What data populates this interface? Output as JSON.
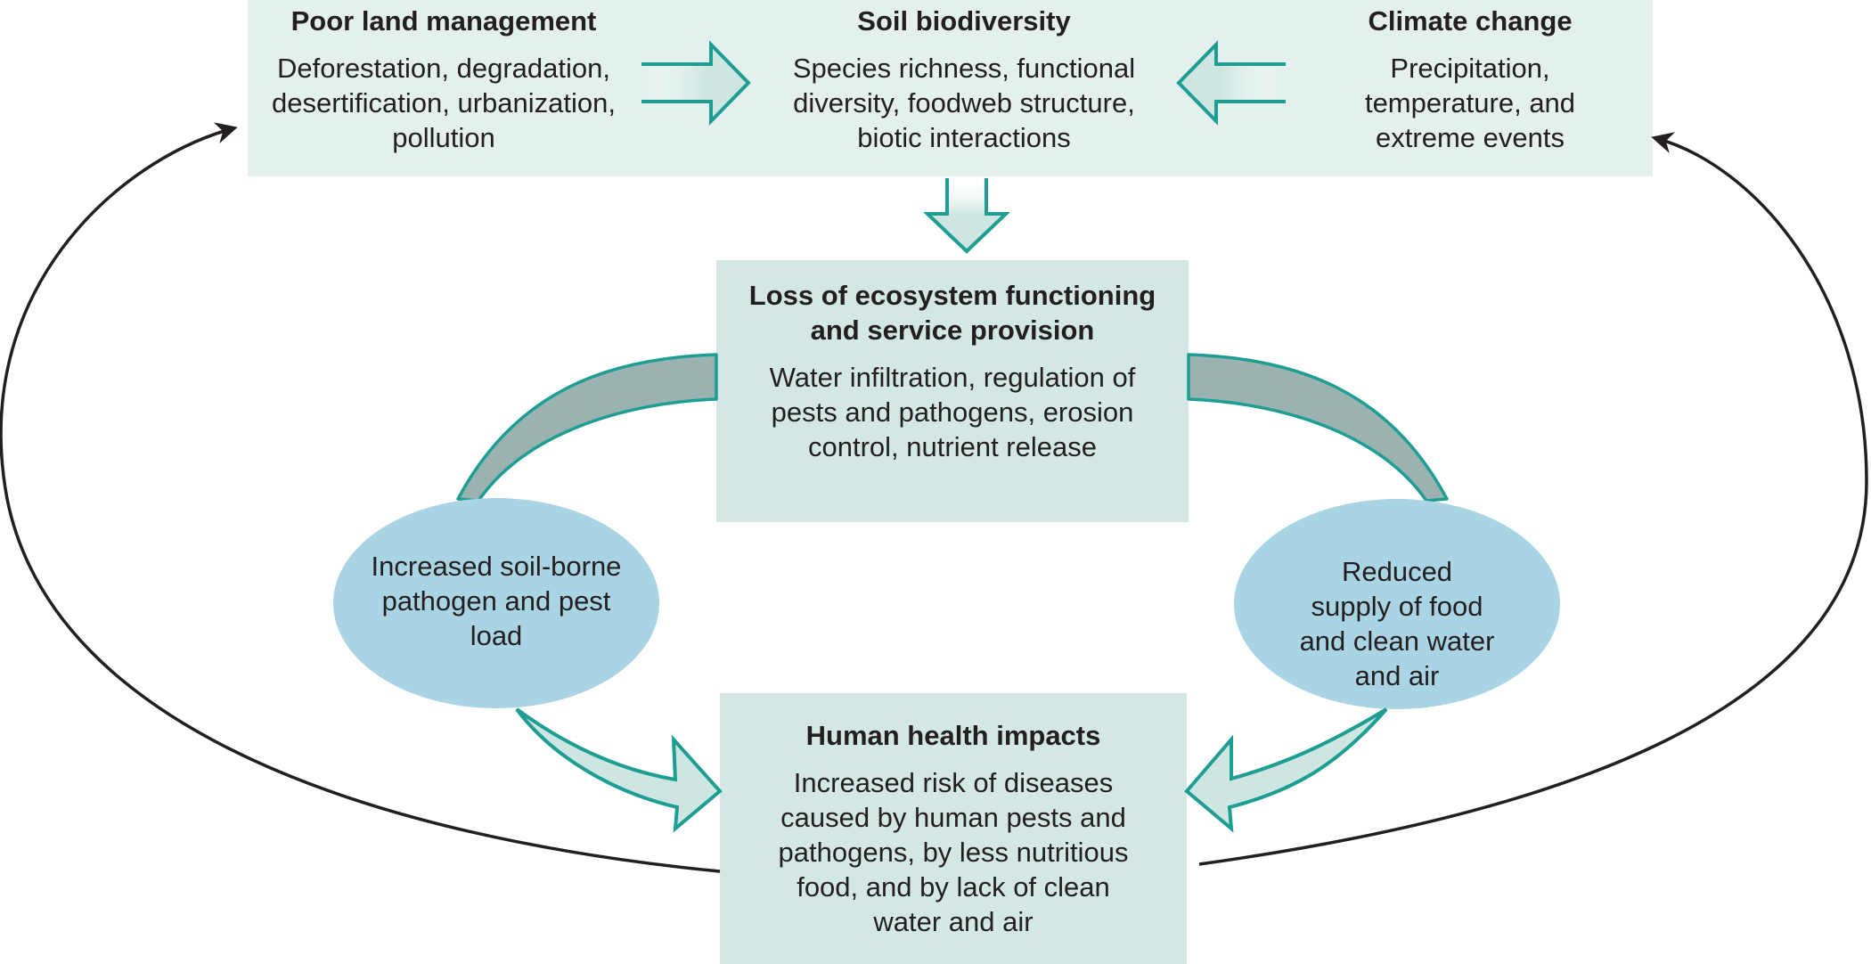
{
  "colors": {
    "top_box": "#e3f0ee",
    "mid_box": "#d3e7e4",
    "ellipse": "#a9d4e4",
    "arrow_stroke": "#1e9e93",
    "arrow_fill": "#cde6e2",
    "band_fill": "#9ab3b1",
    "cycle_arrow": "#231f20"
  },
  "top_row": {
    "poor_land": {
      "title": "Poor land management",
      "body": "Deforestation, degradation, desertification, urbanization, pollution"
    },
    "soil_biodiversity": {
      "title": "Soil biodiversity",
      "body": "Species richness, functional diversity, foodweb structure, biotic interactions"
    },
    "climate_change": {
      "title": "Climate change",
      "body": "Precipitation, temperature, and extreme events"
    }
  },
  "ecosystem": {
    "title": "Loss of ecosystem functioning and service provision",
    "body": "Water infiltration, regulation of pests and pathogens, erosion control, nutrient release"
  },
  "pathogen_ellipse": {
    "text": "Increased soil-borne pathogen and pest load"
  },
  "supply_ellipse": {
    "text": "Reduced supply of food and clean water and air"
  },
  "health": {
    "title": "Human health impacts",
    "body": "Increased risk of diseases caused by human pests and pathogens, by less nutritious food, and by lack of clean water and air"
  }
}
